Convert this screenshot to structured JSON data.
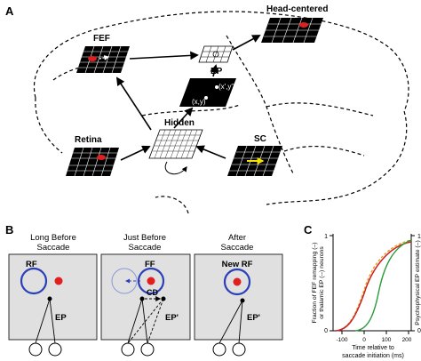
{
  "panel_a": {
    "letter": "A",
    "labels": {
      "fef": "FEF",
      "head_centered": "Head-centered",
      "ep": "EP",
      "ep_prime_coords": "(x',y')",
      "ep_coords": "(x,y)",
      "hidden": "Hidden",
      "retina": "Retina",
      "sc": "SC"
    }
  },
  "panel_b": {
    "letter": "B",
    "col1_line1": "Long Before",
    "col1_line2": "Saccade",
    "col2_line1": "Just Before",
    "col2_line2": "Saccade",
    "col3_line1": "After",
    "col3_line2": "Saccade",
    "rf": "RF",
    "ep": "EP",
    "ff": "FF",
    "cd": "CD",
    "ep_prime": "EP'",
    "new_rf": "New RF",
    "ep_prime_2": "EP'",
    "colors": {
      "rf_circle": "#2b3fb8",
      "stimulus": "#e02020",
      "panel_bg": "#e0e0e0"
    }
  },
  "panel_c": {
    "letter": "C",
    "ylabel_line1": "Fraction of FEF remapping (–)",
    "ylabel_line2": "or thalamic EP (--) neurons",
    "ylabel_right": "Psychophysical EP estimate (–)",
    "xlabel_line1": "Time relative to",
    "xlabel_line2": "saccade initiation (ms)",
    "y_ticks": [
      "0",
      "1"
    ],
    "x_ticks": [
      "-100",
      "0",
      "100",
      "200"
    ],
    "colors": {
      "fef": "#cc2020",
      "thalamic": "#e6a020",
      "psychophysical": "#2a9a3a"
    }
  }
}
